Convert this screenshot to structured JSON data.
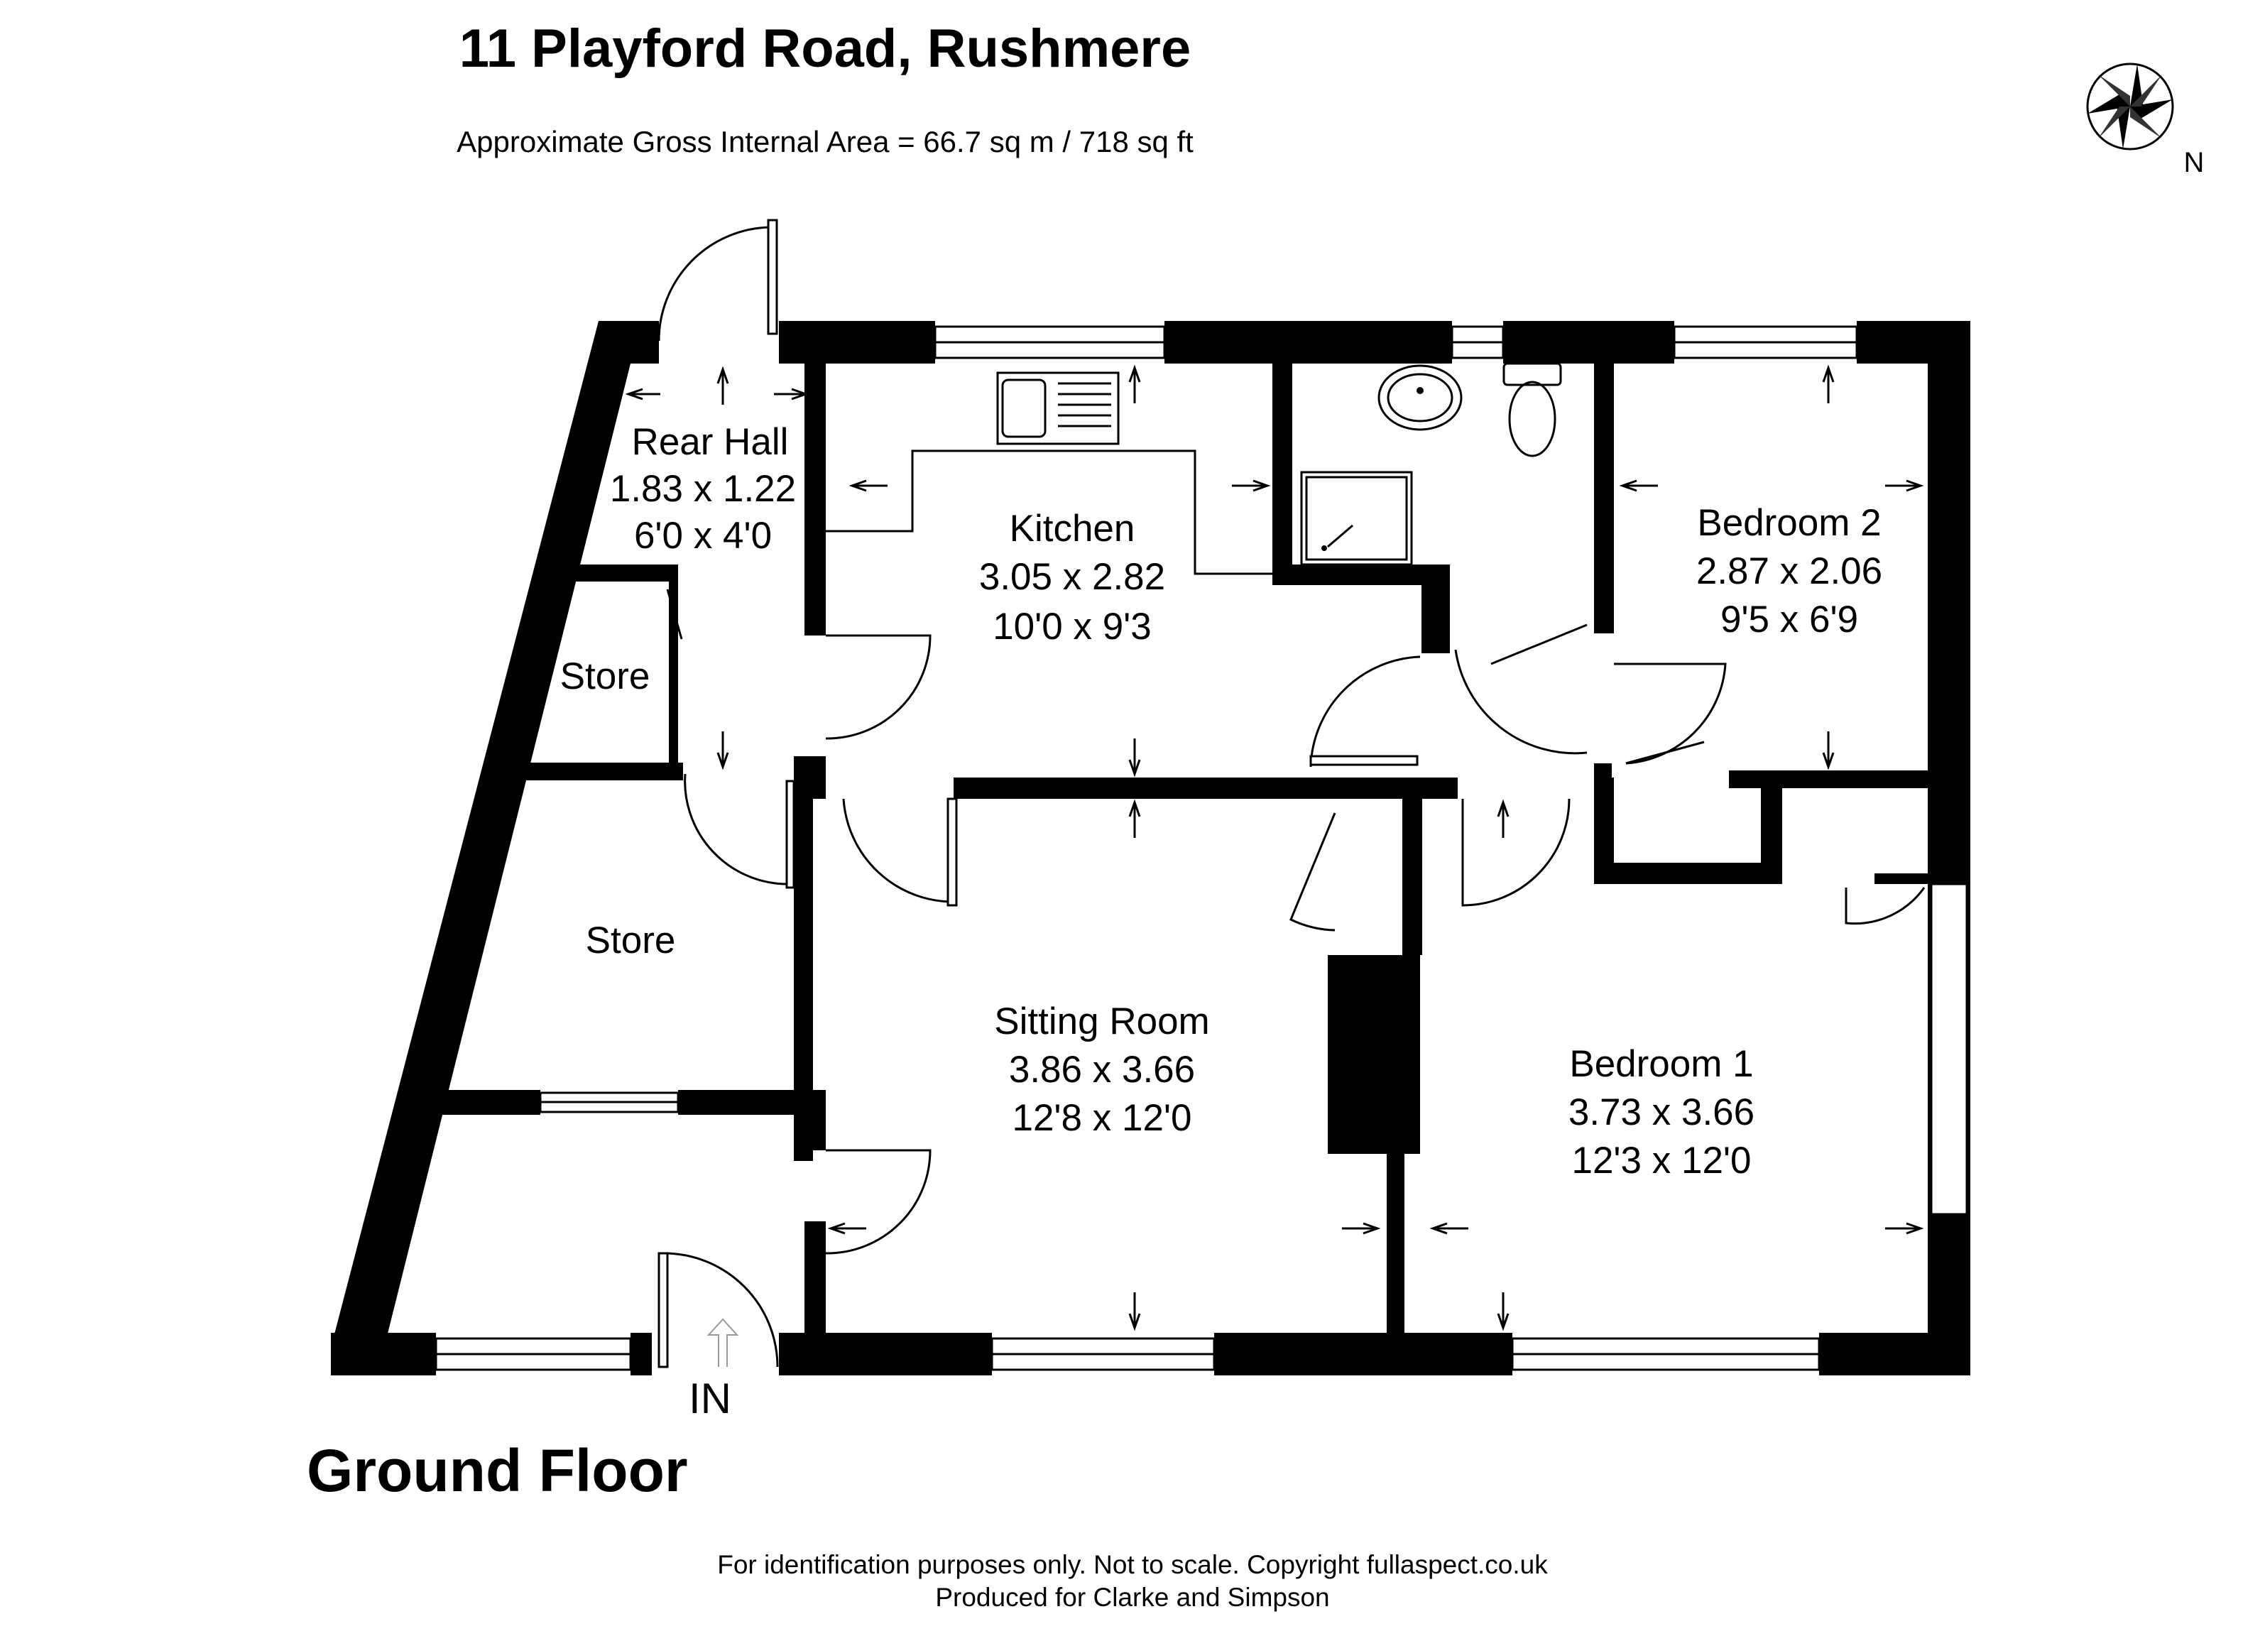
{
  "header": {
    "title": "11 Playford Road, Rushmere",
    "area": "Approximate Gross Internal Area = 66.7 sq m / 718 sq ft"
  },
  "compass": {
    "label": "N"
  },
  "rooms": [
    {
      "id": "rear-hall",
      "name": "Rear Hall",
      "metric": "1.83 x 1.22",
      "imperial": "6'0 x 4'0"
    },
    {
      "id": "kitchen",
      "name": "Kitchen",
      "metric": "3.05 x 2.82",
      "imperial": "10'0 x 9'3"
    },
    {
      "id": "bedroom-2",
      "name": "Bedroom 2",
      "metric": "2.87 x 2.06",
      "imperial": "9'5 x 6'9"
    },
    {
      "id": "sitting-room",
      "name": "Sitting Room",
      "metric": "3.86 x 3.66",
      "imperial": "12'8 x 12'0"
    },
    {
      "id": "bedroom-1",
      "name": "Bedroom 1",
      "metric": "3.73 x 3.66",
      "imperial": "12'3 x 12'0"
    },
    {
      "id": "store-small",
      "name": "Store"
    },
    {
      "id": "store-large",
      "name": "Store"
    }
  ],
  "entrance": {
    "label": "IN"
  },
  "floor_name": "Ground Floor",
  "footer": {
    "line1": "For identification purposes only. Not to scale. Copyright fullaspect.co.uk",
    "line2": "Produced for Clarke and Simpson"
  }
}
